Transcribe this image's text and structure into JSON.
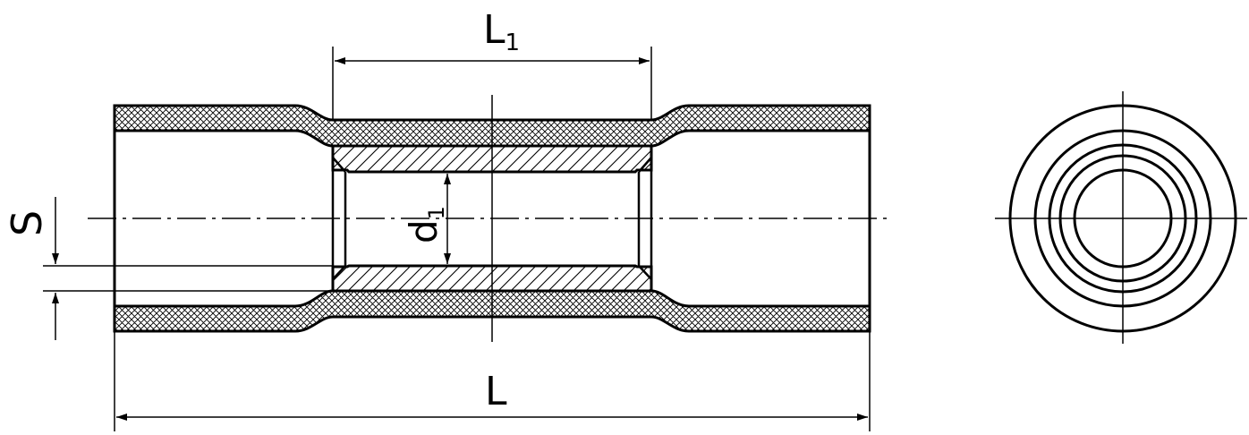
{
  "drawing": {
    "dimensions": {
      "overall_length": {
        "symbol": "L"
      },
      "insert_length": {
        "symbol": "L",
        "subscript": "1"
      },
      "inner_diameter": {
        "symbol": "d",
        "subscript": "1"
      },
      "wall_thickness": {
        "symbol": "S"
      }
    },
    "views": [
      "side-section-view",
      "end-view"
    ],
    "colors": {
      "line": "#000000",
      "background": "#ffffff"
    }
  }
}
